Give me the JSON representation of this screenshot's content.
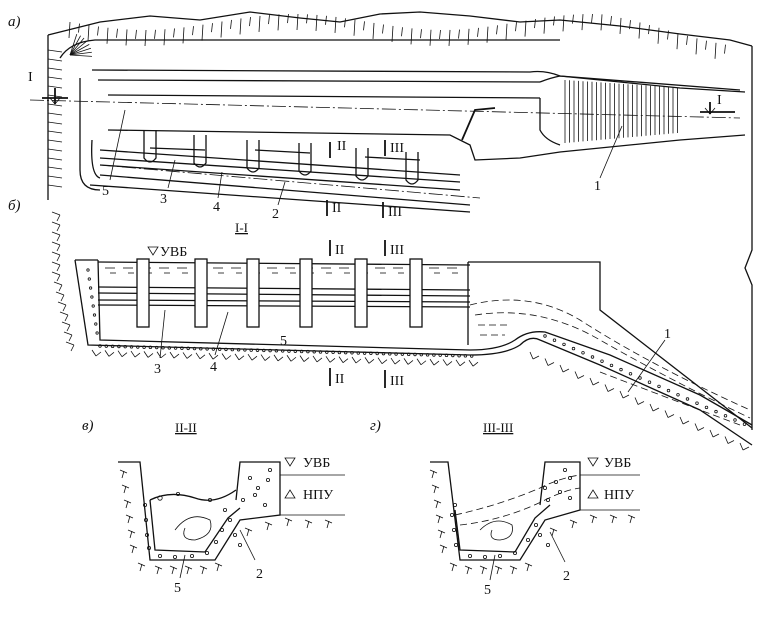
{
  "panels": {
    "a": "а)",
    "b": "б)",
    "v": "в)",
    "g": "г)"
  },
  "sections": {
    "i_i": "I-I",
    "ii_ii": "II-II",
    "iii_iii": "III-III"
  },
  "marks": {
    "I": "I",
    "II": "II",
    "III": "III"
  },
  "levels": {
    "uvb": "УВБ",
    "npu": "НПУ"
  },
  "numbers": {
    "n1": "1",
    "n2": "2",
    "n3": "3",
    "n4": "4",
    "n5": "5"
  }
}
